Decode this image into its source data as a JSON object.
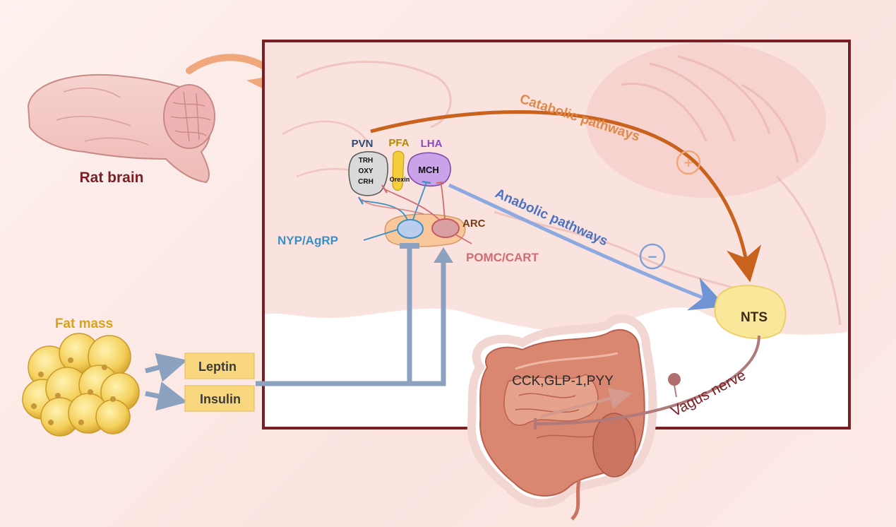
{
  "labels": {
    "rat_brain": "Rat brain",
    "fat_mass": "Fat mass",
    "leptin": "Leptin",
    "insulin": "Insulin",
    "pvn": "PVN",
    "pfa": "PFA",
    "lha": "LHA",
    "trh": "TRH",
    "oxy": "OXY",
    "crh": "CRH",
    "orexin": "Orexin",
    "mch": "MCH",
    "arc": "ARC",
    "npy_agrp": "NYP/AgRP",
    "pomc_cart": "POMC/CART",
    "catabolic": "Catabolic pathways",
    "anabolic": "Anabolic pathways",
    "plus": "+",
    "minus": "−",
    "nts": "NTS",
    "gut_hormones": "CCK,GLP-1,PYY",
    "vagus": "Vagus nerve"
  },
  "colors": {
    "frame": "#7a1f24",
    "catabolic": "#c8621c",
    "anabolic": "#6f94d6",
    "npy": "#3a8fc4",
    "pomc": "#d06c72",
    "pvn": "#2f4a74",
    "pfa": "#b38a00",
    "lha": "#8a4bb8",
    "hormone_box": "#f9d77e",
    "signal_arrow": "#8aa1bf",
    "fat_label": "#d8a21d",
    "rat_label": "#7a1f24"
  }
}
